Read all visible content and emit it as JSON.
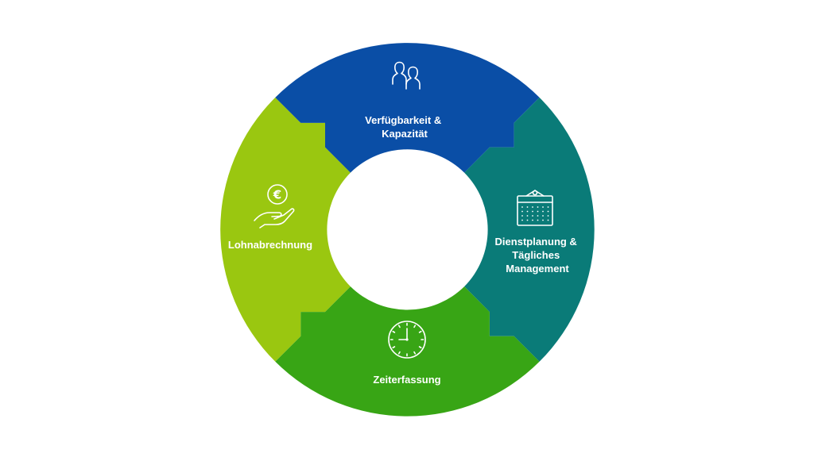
{
  "diagram": {
    "type": "cycle",
    "center_color": "#ffffff",
    "segments": [
      {
        "id": "availability",
        "label_lines": [
          "Verfügbarkeit &",
          "Kapazität"
        ],
        "color": "#0a4ea6",
        "icon": "people-icon"
      },
      {
        "id": "scheduling",
        "label_lines": [
          "Dienstplanung &",
          "Tägliches",
          "Management"
        ],
        "color": "#0a7b78",
        "icon": "calendar-icon"
      },
      {
        "id": "time-tracking",
        "label_lines": [
          "Zeiterfassung"
        ],
        "color": "#38a515",
        "icon": "clock-icon"
      },
      {
        "id": "payroll",
        "label_lines": [
          "Lohnabrechnung"
        ],
        "color": "#9ac710",
        "icon": "euro-hand-icon"
      }
    ],
    "euro_symbol": "€"
  }
}
